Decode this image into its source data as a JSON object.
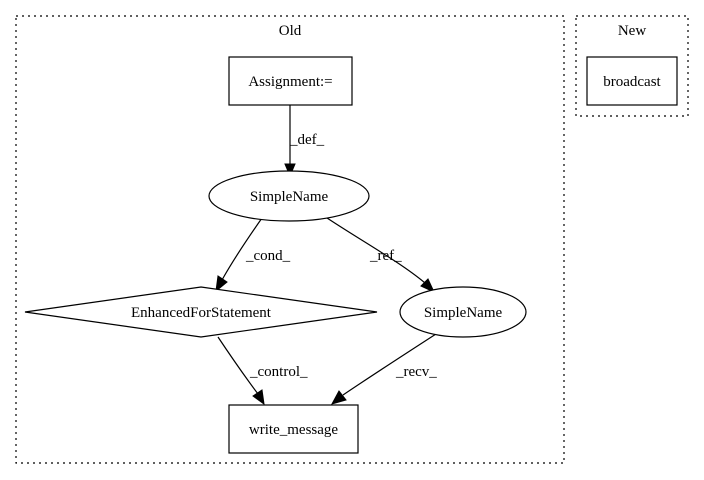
{
  "clusters": {
    "old": {
      "label": "Old"
    },
    "new": {
      "label": "New"
    }
  },
  "nodes": {
    "assignment": "Assignment:=",
    "simplename_top": "SimpleName",
    "enhanced_for": "EnhancedForStatement",
    "simplename_right": "SimpleName",
    "write_message": "write_message",
    "broadcast": "broadcast"
  },
  "edges": {
    "def": "_def_",
    "cond": "_cond_",
    "ref": "_ref_",
    "control": "_control_",
    "recv": "_recv_"
  }
}
